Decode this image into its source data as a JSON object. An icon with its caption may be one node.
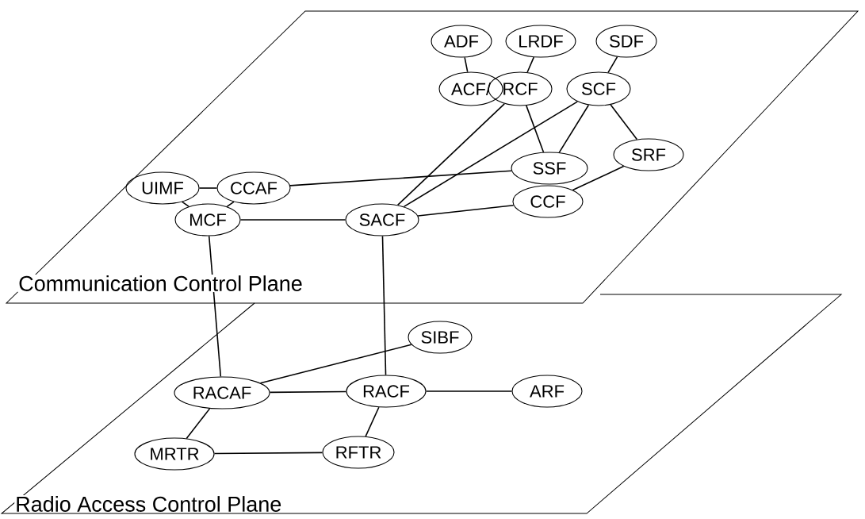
{
  "diagram": {
    "nodes": [
      {
        "text": [
          "Communication Control Plane"
        ]
      },
      {
        "text": [
          "ADF"
        ],
        "in": 0
      },
      {
        "text": [
          "LRDF"
        ],
        "in": 0
      },
      {
        "text": [
          "SDF"
        ],
        "in": 0
      },
      {
        "text": [
          "ACF/"
        ],
        "in": 0
      },
      {
        "text": [
          "RCF"
        ],
        "in": 0
      },
      {
        "text": [
          "SCF"
        ],
        "in": 0
      },
      {
        "text": [
          "SSF"
        ],
        "in": 0
      },
      {
        "text": [
          "SRF"
        ],
        "in": 0
      },
      {
        "text": [
          "UIMF"
        ],
        "in": 0
      },
      {
        "text": [
          "CCAF"
        ],
        "in": 0
      },
      {
        "text": [
          "CCF"
        ],
        "in": 0
      },
      {
        "text": [
          "MCF"
        ],
        "in": 0
      },
      {
        "text": [
          "SACF"
        ],
        "in": 0
      },
      {
        "text": [
          "Radio Access Control Plane"
        ]
      },
      {
        "text": [
          "SIBF"
        ],
        "in": 14
      },
      {
        "text": [
          "RACAF"
        ],
        "in": 14
      },
      {
        "text": [
          "RACF"
        ],
        "in": 14
      },
      {
        "text": [
          "ARF"
        ],
        "in": 14
      },
      {
        "text": [
          "MRTR"
        ],
        "in": 14
      },
      {
        "text": [
          "RFTR"
        ],
        "in": 14
      }
    ],
    "edges": [
      {
        "from": 1,
        "to": 4,
        "arrow": "none"
      },
      {
        "from": 2,
        "to": 5,
        "arrow": "none"
      },
      {
        "from": 3,
        "to": 6,
        "arrow": "none"
      },
      {
        "from": 9,
        "to": 10,
        "arrow": "none"
      },
      {
        "from": 9,
        "to": 12,
        "arrow": "none"
      },
      {
        "from": 10,
        "to": 12,
        "arrow": "none"
      },
      {
        "from": 10,
        "to": 7,
        "arrow": "none"
      },
      {
        "from": 12,
        "to": 13,
        "arrow": "none"
      },
      {
        "from": 13,
        "to": 5,
        "arrow": "none"
      },
      {
        "from": 13,
        "to": 6,
        "arrow": "none"
      },
      {
        "from": 13,
        "to": 11,
        "arrow": "none"
      },
      {
        "from": 5,
        "to": 7,
        "arrow": "none"
      },
      {
        "from": 6,
        "to": 7,
        "arrow": "none"
      },
      {
        "from": 6,
        "to": 8,
        "arrow": "none"
      },
      {
        "from": 8,
        "to": 11,
        "arrow": "none"
      },
      {
        "from": 12,
        "to": 16,
        "arrow": "none"
      },
      {
        "from": 13,
        "to": 17,
        "arrow": "none"
      },
      {
        "from": 16,
        "to": 15,
        "arrow": "none"
      },
      {
        "from": 16,
        "to": 17,
        "arrow": "none"
      },
      {
        "from": 17,
        "to": 18,
        "arrow": "none"
      },
      {
        "from": 16,
        "to": 19,
        "arrow": "none"
      },
      {
        "from": 17,
        "to": 20,
        "arrow": "none"
      },
      {
        "from": 19,
        "to": 20,
        "arrow": "none"
      }
    ]
  }
}
